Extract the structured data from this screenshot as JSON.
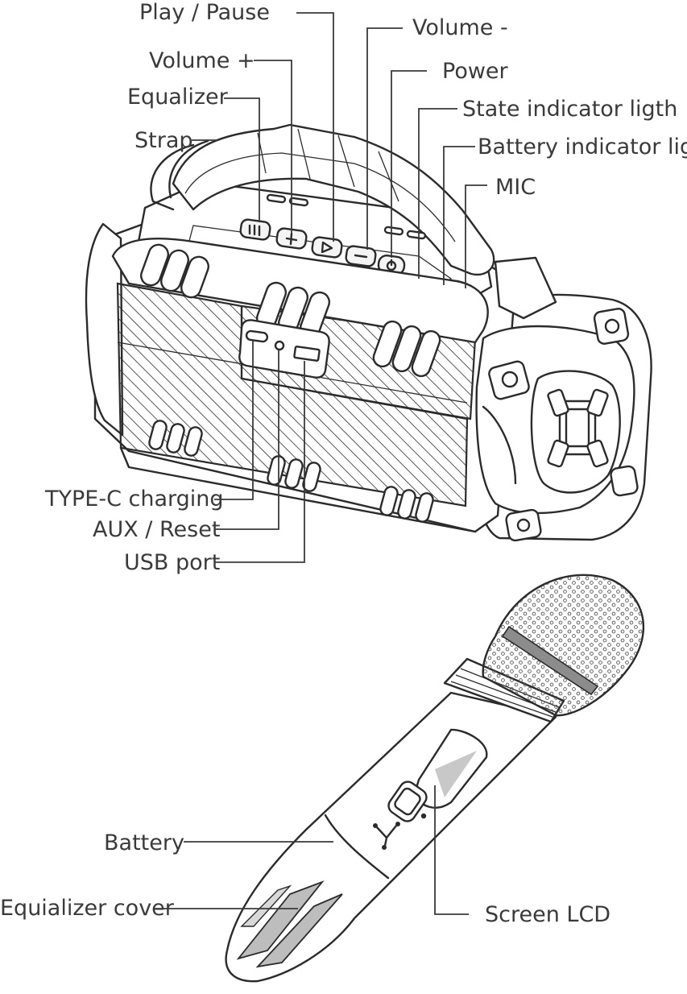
{
  "labels": {
    "play_pause": "Play / Pause",
    "volume_minus": "Volume -",
    "volume_plus": "Volume +",
    "power": "Power",
    "equalizer": "Equalizer",
    "state_indicator": "State indicator ligth",
    "strap": "Strap",
    "battery_indicator": "Battery indicator ligth",
    "mic": "MIC",
    "type_c": "TYPE-C charging",
    "aux_reset": "AUX / Reset",
    "usb_port": "USB port",
    "battery": "Battery",
    "equalizer_cover": "Equializer cover",
    "screen_lcd": "Screen LCD"
  },
  "colors": {
    "ink": "#2b2b2b",
    "label_text": "#3a3a3a",
    "mic_band": "#8c8c8c",
    "lcd_glare": "#c8c8c8",
    "cover_fill": "#bdbdbd"
  },
  "icons": {
    "equalizer_button": "equalizer-icon",
    "volume_plus_button": "plus-icon",
    "play_button": "play-icon",
    "volume_minus_button": "minus-icon",
    "power_button": "power-icon",
    "mic_logo": "y-logo-icon"
  }
}
